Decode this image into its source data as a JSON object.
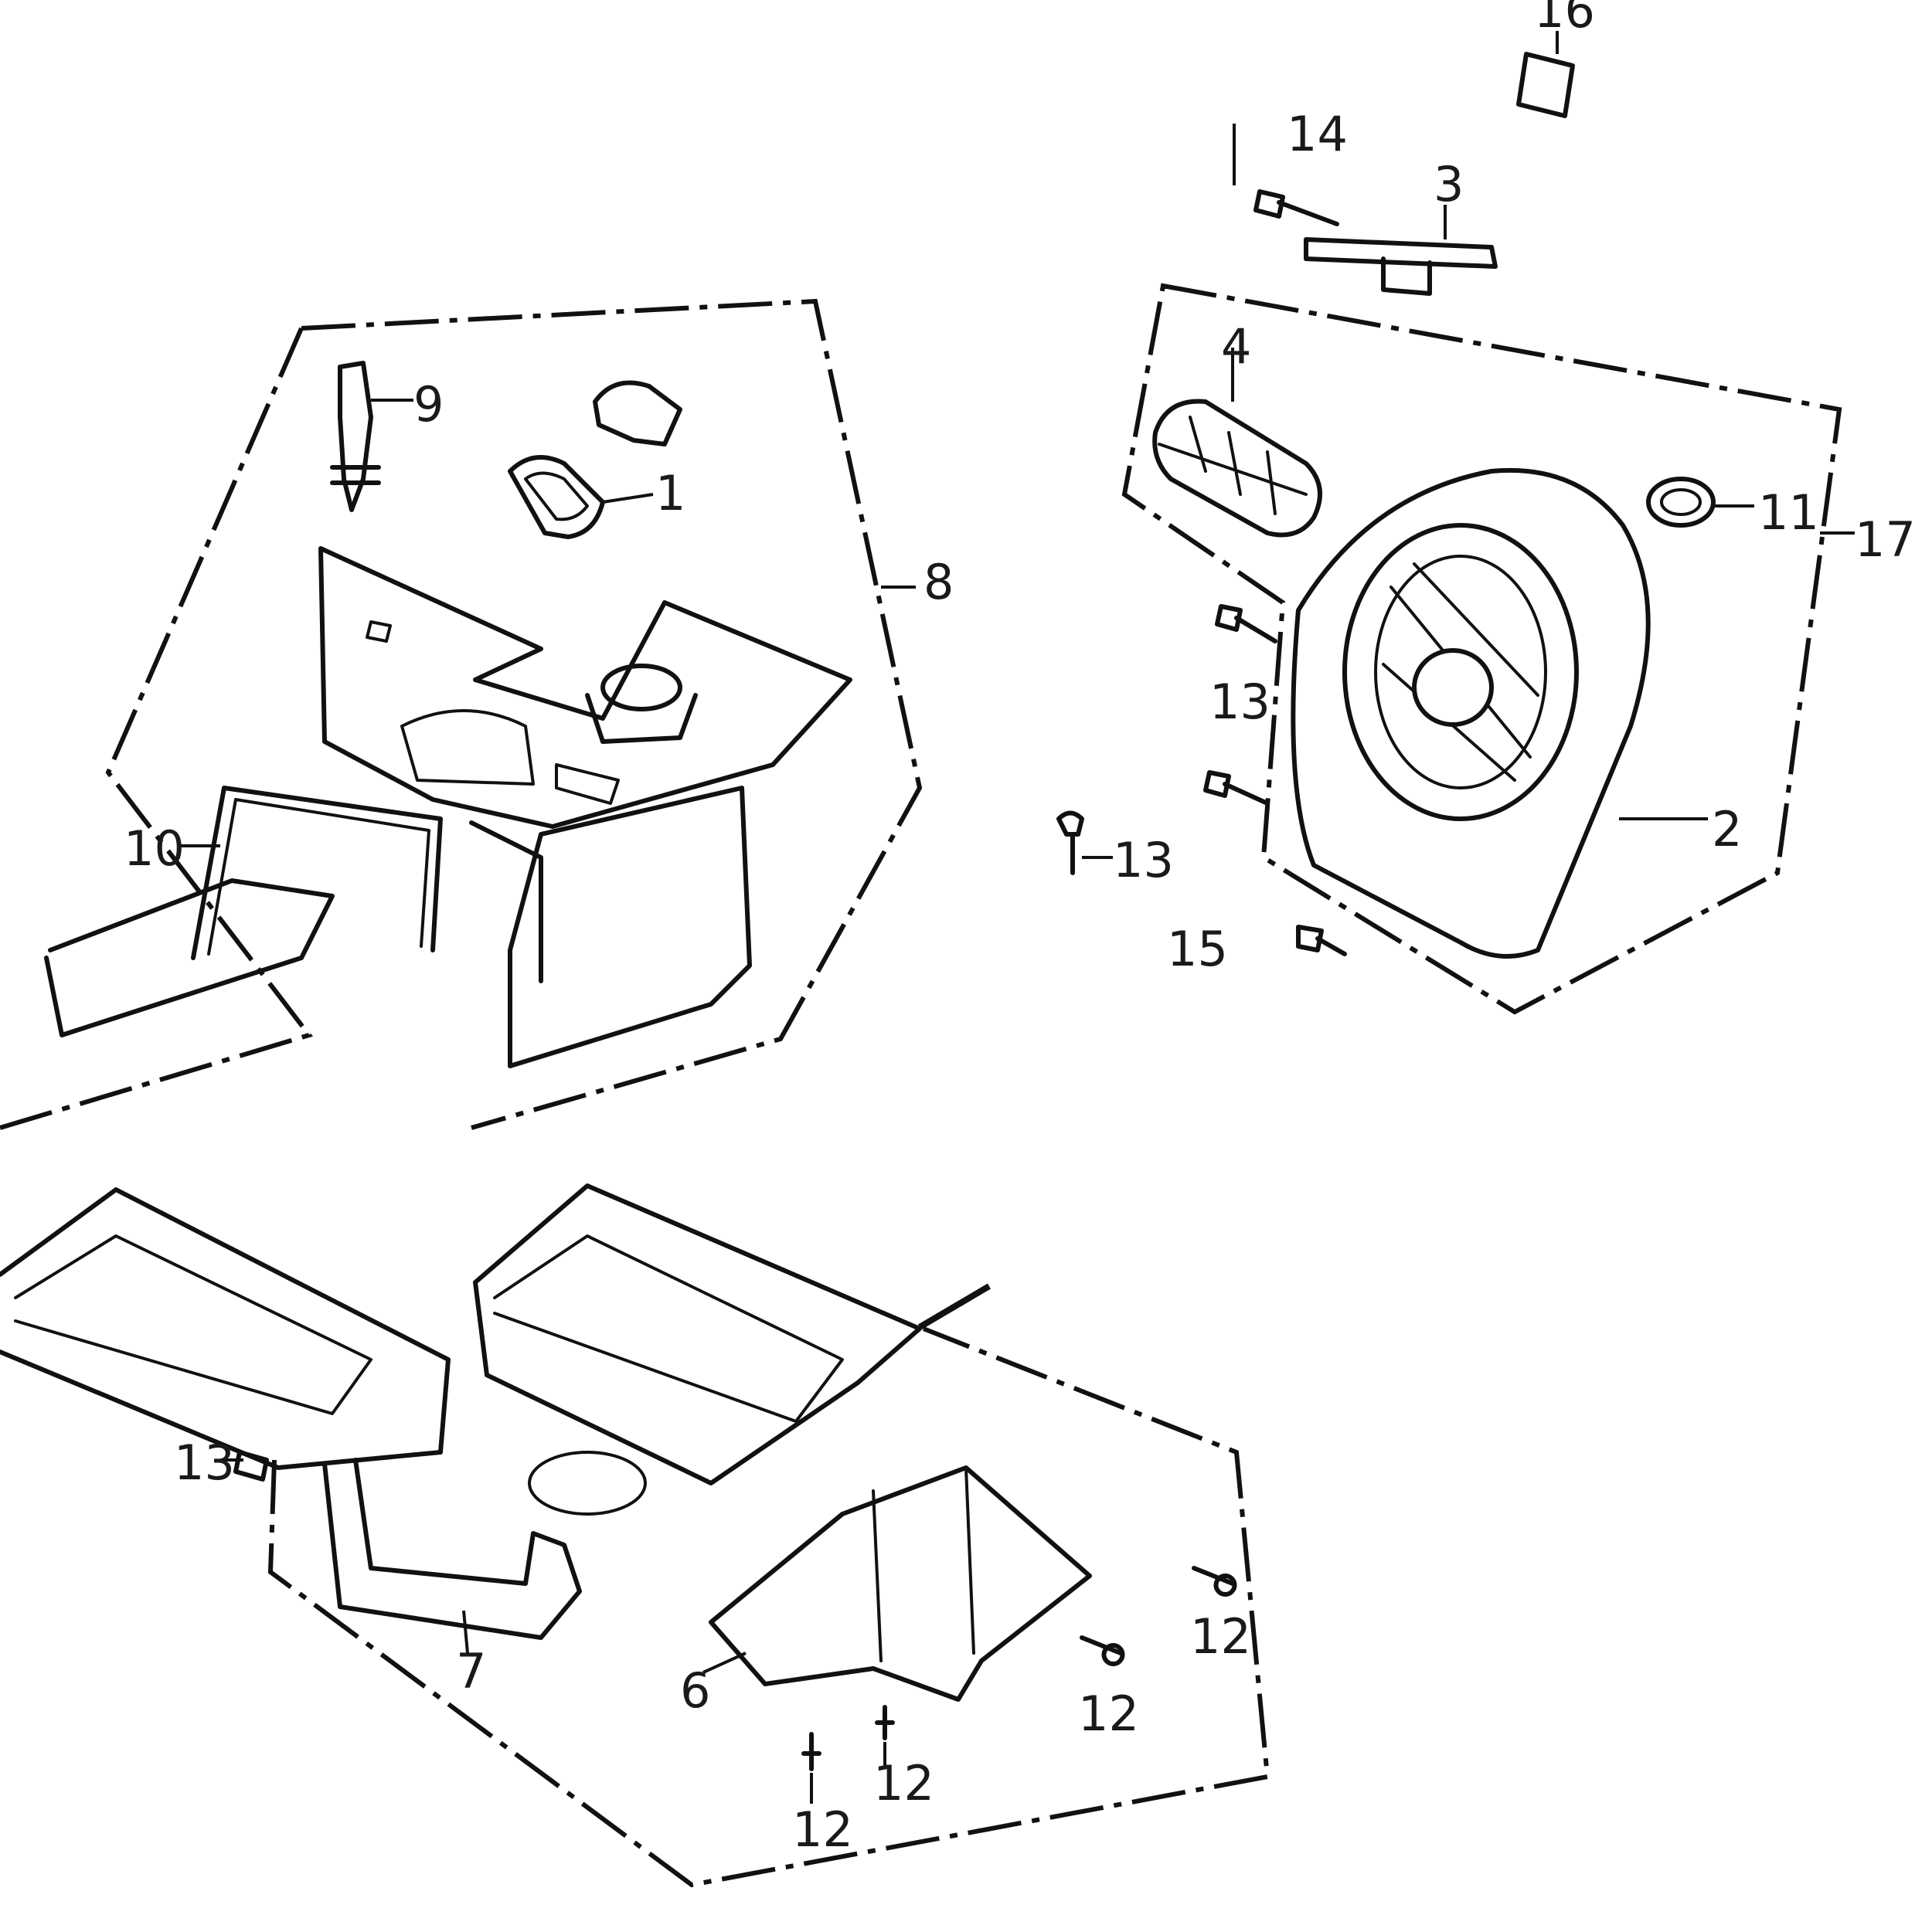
{
  "diagram": {
    "callouts": [
      {
        "id": "c1",
        "text": "1"
      },
      {
        "id": "c2",
        "text": "2"
      },
      {
        "id": "c3",
        "text": "3"
      },
      {
        "id": "c4",
        "text": "4"
      },
      {
        "id": "c6",
        "text": "6"
      },
      {
        "id": "c7",
        "text": "7"
      },
      {
        "id": "c8",
        "text": "8"
      },
      {
        "id": "c9",
        "text": "9"
      },
      {
        "id": "c10",
        "text": "10"
      },
      {
        "id": "c11",
        "text": "11"
      },
      {
        "id": "c12a",
        "text": "12"
      },
      {
        "id": "c12b",
        "text": "12"
      },
      {
        "id": "c12c",
        "text": "12"
      },
      {
        "id": "c12d",
        "text": "12"
      },
      {
        "id": "c13a",
        "text": "13"
      },
      {
        "id": "c13b",
        "text": "13"
      },
      {
        "id": "c13c",
        "text": "13"
      },
      {
        "id": "c14",
        "text": "14"
      },
      {
        "id": "c15",
        "text": "15"
      },
      {
        "id": "c16",
        "text": "16"
      },
      {
        "id": "c17",
        "text": "17"
      }
    ]
  }
}
